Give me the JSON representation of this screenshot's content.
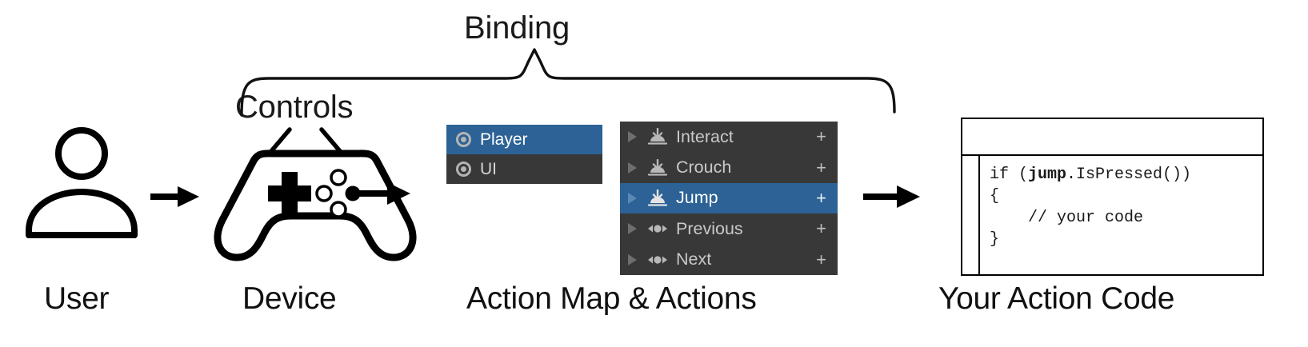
{
  "diagram": {
    "title": "Unity Input System binding flow",
    "accent_color": "#2c6295",
    "panel_color": "#383838",
    "text_color": "#111111"
  },
  "annotations": {
    "binding_label": "Binding",
    "controls_label": "Controls"
  },
  "captions": {
    "user": "User",
    "device": "Device",
    "action_map": "Action Map & Actions",
    "code": "Your Action Code"
  },
  "action_map_panel": {
    "rows": [
      {
        "label": "Player",
        "icon": "action-map-icon",
        "selected": true
      },
      {
        "label": "UI",
        "icon": "action-map-icon",
        "selected": false
      }
    ]
  },
  "actions_panel": {
    "add_label": "+",
    "rows": [
      {
        "label": "Interact",
        "icon": "button-action-icon",
        "selected": false,
        "add": "+"
      },
      {
        "label": "Crouch",
        "icon": "button-action-icon",
        "selected": false,
        "add": "+"
      },
      {
        "label": "Jump",
        "icon": "button-action-icon",
        "selected": true,
        "add": "+"
      },
      {
        "label": "Previous",
        "icon": "axis-action-icon",
        "selected": false,
        "add": "+"
      },
      {
        "label": "Next",
        "icon": "axis-action-icon",
        "selected": false,
        "add": "+"
      }
    ]
  },
  "code_window": {
    "line1_pre": "if (",
    "line1_bold": "jump",
    "line1_post": ".IsPressed())",
    "line2": "{",
    "line3": "    // your code",
    "line4": "}"
  },
  "icons": {
    "user": "user-icon",
    "gamepad": "gamepad-icon",
    "arrow": "arrow-right-icon",
    "brace": "curly-brace-icon",
    "caret": "caret-right-icon"
  }
}
